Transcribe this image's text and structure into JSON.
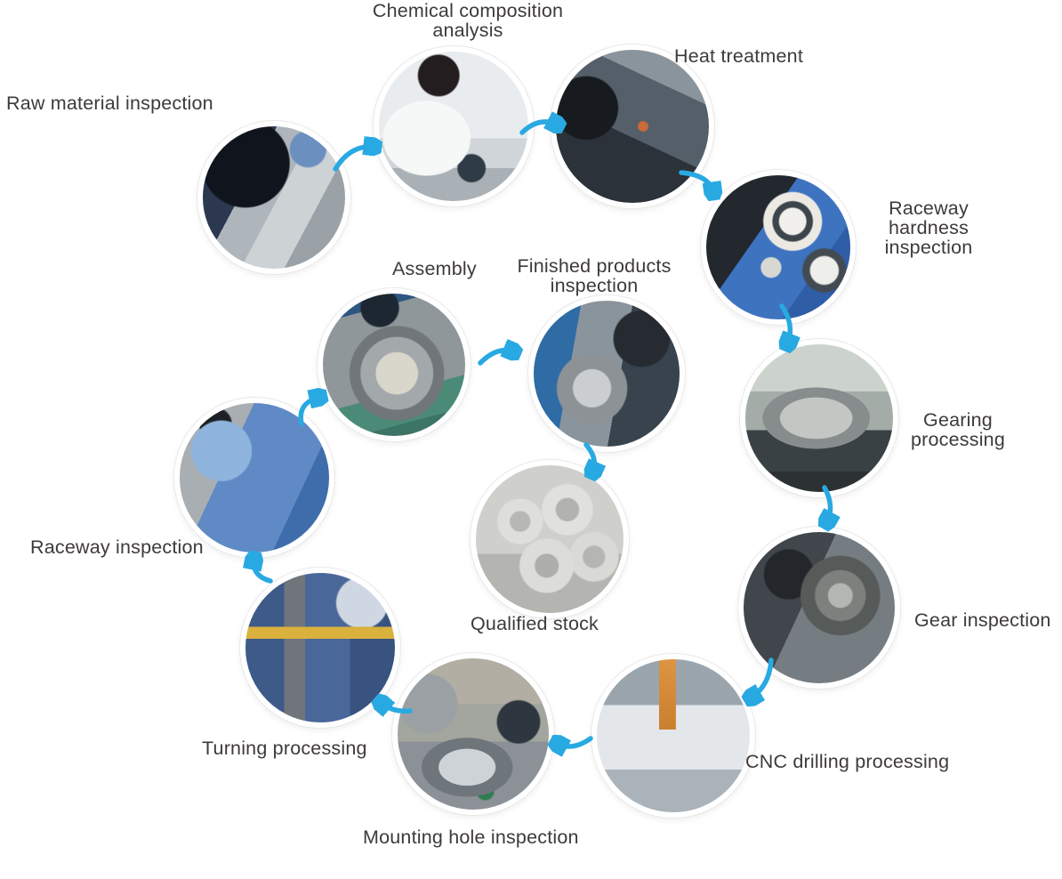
{
  "diagram": {
    "type": "process-flow-cycle",
    "subject": "Slewing bearing production quality process",
    "background_color": "#ffffff",
    "label_text_color": "#3e3a39",
    "arrow": {
      "shape": "curved-swoosh-arrow",
      "color": "#29a9e2"
    }
  },
  "steps": [
    {
      "id": "raw-material-inspection",
      "label": "Raw material inspection",
      "photo": "worker checking metal ring forgings with a tester"
    },
    {
      "id": "chemical-composition-analysis",
      "label": "Chemical composition\nanalysis",
      "photo": "lab technician in white coat operating analyzer"
    },
    {
      "id": "heat-treatment",
      "label": "Heat treatment",
      "photo": "worker watching induction hardening of a ring"
    },
    {
      "id": "raceway-hardness-inspection",
      "label": "Raceway hardness\ninspection",
      "photo": "worker measuring ring hardness on blue pallets"
    },
    {
      "id": "gearing-processing",
      "label": "Gearing\nprocessing",
      "photo": "large gear ring on a hobbing machine"
    },
    {
      "id": "gear-inspection",
      "label": "Gear inspection",
      "photo": "worker gauging teeth of stacked gear rings"
    },
    {
      "id": "cnc-drilling-processing",
      "label": "CNC drilling processing",
      "photo": "gantry CNC drilling machine with operator"
    },
    {
      "id": "mounting-hole-inspection",
      "label": "Mounting hole inspection",
      "photo": "worker measuring mounting holes with caliper"
    },
    {
      "id": "turning-processing",
      "label": "Turning processing",
      "photo": "vertical lathe turning a large ring"
    },
    {
      "id": "raceway-inspection",
      "label": "Raceway inspection",
      "photo": "worker in blue shirt measuring raceway"
    },
    {
      "id": "assembly",
      "label": "Assembly",
      "photo": "hands assembling bearing ring with mallet"
    },
    {
      "id": "finished-products-inspection",
      "label": "Finished products\ninspection",
      "photo": "inspector checking finished gear ring with instrument"
    },
    {
      "id": "qualified-stock",
      "label": "Qualified stock",
      "photo": "stacks of wrapped finished rings in warehouse"
    }
  ],
  "flow_order": [
    "raw-material-inspection",
    "chemical-composition-analysis",
    "heat-treatment",
    "raceway-hardness-inspection",
    "gearing-processing",
    "gear-inspection",
    "cnc-drilling-processing",
    "mounting-hole-inspection",
    "turning-processing",
    "raceway-inspection",
    "assembly",
    "finished-products-inspection",
    "qualified-stock"
  ]
}
